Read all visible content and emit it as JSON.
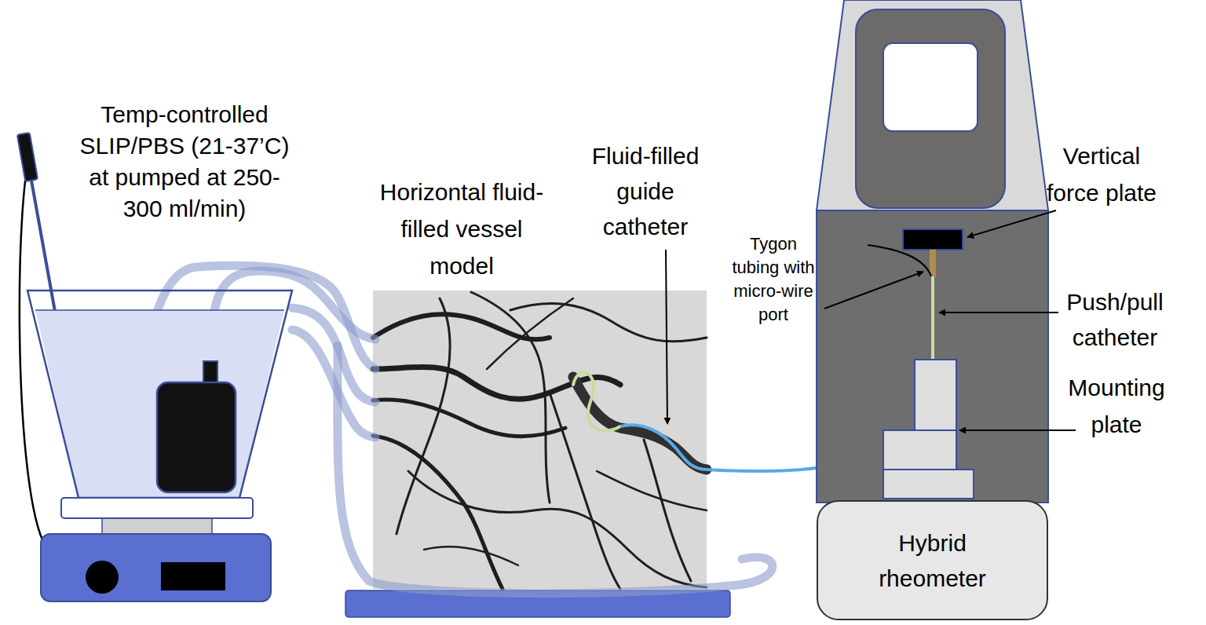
{
  "diagram": {
    "nodes": [
      {
        "text": [
          "Hybrid rheometer"
        ]
      }
    ],
    "labels": [
      "Temp-controlled SLIP/PBS (21-37’C) at pumped at 250-300 ml/min)",
      "Horizontal fluid-filled vessel model",
      "Fluid-filled guide catheter",
      "Tygon tubing with micro-wire port",
      "Vertical force plate",
      "Push/pull catheter",
      "Mounting plate"
    ]
  }
}
